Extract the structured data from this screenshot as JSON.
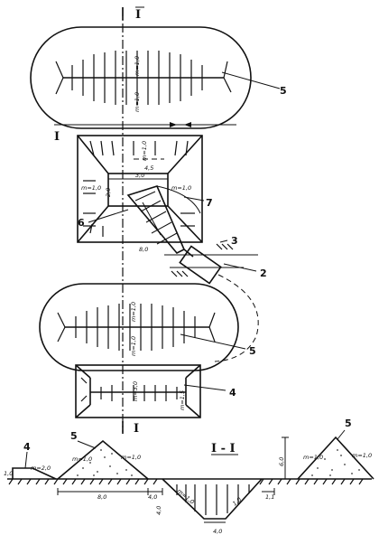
{
  "section": {
    "mark": "I",
    "title": "I - I"
  },
  "callouts": {
    "c2": "2",
    "c3": "3",
    "c4": "4",
    "c5": "5",
    "c6": "6",
    "c7": "7"
  },
  "slopes": {
    "m10": "m=1,0",
    "m15": "m=1,5",
    "m30": "m=3,0",
    "m20": "m=2,0"
  },
  "dims": {
    "d45": "4,5",
    "d30": "3,0",
    "d20": "2,0",
    "d40": "4,0",
    "d80": "8,0",
    "d10": "1,0",
    "d11": "1,1",
    "d6": "6,0"
  }
}
